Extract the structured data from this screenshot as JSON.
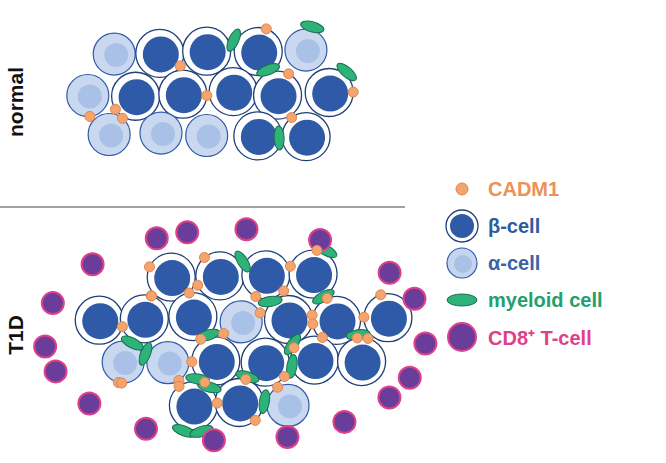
{
  "diagram": {
    "labels": [
      "normal",
      "T1D"
    ],
    "legend": [
      {
        "text": "CADM1",
        "color": "#f4a46e"
      },
      {
        "text": "β-cell",
        "color": "#2e5aa8"
      },
      {
        "text": "α-cell",
        "color": "#c5d5ee"
      },
      {
        "text": "myeloid cell",
        "color": "#2db37a"
      },
      {
        "text": "CD8⁺ T-cell",
        "color": "#6a3d9a"
      }
    ]
  }
}
